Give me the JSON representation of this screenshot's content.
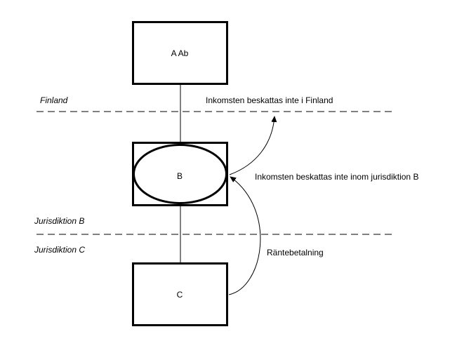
{
  "diagram": {
    "entities": {
      "a": {
        "label": "A Ab"
      },
      "b": {
        "label": "B"
      },
      "c": {
        "label": "C"
      }
    },
    "jurisdictions": {
      "finland": "Finland",
      "b": "Jurisdiktion B",
      "c": "Jurisdiktion C"
    },
    "annotations": {
      "not_taxed_finland": "Inkomsten beskattas inte i Finland",
      "not_taxed_b": "Inkomsten beskattas inte inom jurisdiktion B",
      "interest_payment": "Räntebetalning"
    },
    "colors": {
      "stroke": "#000000",
      "background": "#ffffff"
    }
  }
}
